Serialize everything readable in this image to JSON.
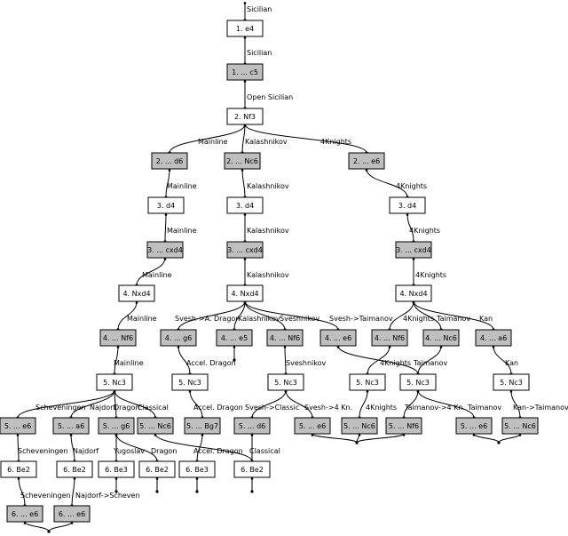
{
  "nodes": [
    {
      "id": "n1",
      "label": "1. e4",
      "shade": "white"
    },
    {
      "id": "n2",
      "label": "1. ... c5",
      "shade": "gray"
    },
    {
      "id": "n3",
      "label": "2. Nf3",
      "shade": "white"
    },
    {
      "id": "n4",
      "label": "2. ... d6",
      "shade": "gray"
    },
    {
      "id": "n5",
      "label": "2. ... Nc6",
      "shade": "gray"
    },
    {
      "id": "n6",
      "label": "2. ... e6",
      "shade": "gray"
    },
    {
      "id": "n7",
      "label": "3. d4",
      "shade": "white"
    },
    {
      "id": "n8",
      "label": "3. d4",
      "shade": "white"
    },
    {
      "id": "n9",
      "label": "3. d4",
      "shade": "white"
    },
    {
      "id": "n10",
      "label": "3. ... cxd4",
      "shade": "gray"
    },
    {
      "id": "n11",
      "label": "3. ... cxd4",
      "shade": "gray"
    },
    {
      "id": "n12",
      "label": "3. ... cxd4",
      "shade": "gray"
    },
    {
      "id": "n13",
      "label": "4. Nxd4",
      "shade": "white"
    },
    {
      "id": "n14",
      "label": "4. Nxd4",
      "shade": "white"
    },
    {
      "id": "n15",
      "label": "4. Nxd4",
      "shade": "white"
    },
    {
      "id": "n16",
      "label": "4. ... Nf6",
      "shade": "gray"
    },
    {
      "id": "n17",
      "label": "4. ... g6",
      "shade": "gray"
    },
    {
      "id": "n18",
      "label": "4. ... e5",
      "shade": "gray"
    },
    {
      "id": "n19",
      "label": "4. ... Nf6",
      "shade": "gray"
    },
    {
      "id": "n20",
      "label": "4. ... e6",
      "shade": "gray"
    },
    {
      "id": "n21",
      "label": "4. ... Nf6",
      "shade": "gray"
    },
    {
      "id": "n22",
      "label": "4. ... Nc6",
      "shade": "gray"
    },
    {
      "id": "n23",
      "label": "4. ... a6",
      "shade": "gray"
    },
    {
      "id": "n24",
      "label": "5. Nc3",
      "shade": "white"
    },
    {
      "id": "n25",
      "label": "5. Nc3",
      "shade": "white"
    },
    {
      "id": "n26",
      "label": "5. Nc3",
      "shade": "white"
    },
    {
      "id": "n27",
      "label": "5. Nc3",
      "shade": "white"
    },
    {
      "id": "n28",
      "label": "5. Nc3",
      "shade": "white"
    },
    {
      "id": "n29",
      "label": "5. Nc3",
      "shade": "white"
    },
    {
      "id": "n30",
      "label": "5. ... e6",
      "shade": "gray"
    },
    {
      "id": "n31",
      "label": "5. ... a6",
      "shade": "gray"
    },
    {
      "id": "n32",
      "label": "5. ... g6",
      "shade": "gray"
    },
    {
      "id": "n33",
      "label": "5. ... Nc6",
      "shade": "gray"
    },
    {
      "id": "n34",
      "label": "5. ... Bg7",
      "shade": "gray"
    },
    {
      "id": "n35",
      "label": "5. ... d6",
      "shade": "gray"
    },
    {
      "id": "n36",
      "label": "5. ... e6",
      "shade": "gray"
    },
    {
      "id": "n37",
      "label": "5. ... Nc6",
      "shade": "gray"
    },
    {
      "id": "n38",
      "label": "5. ... Nf6",
      "shade": "gray"
    },
    {
      "id": "n39",
      "label": "5. ... e6",
      "shade": "gray"
    },
    {
      "id": "n40",
      "label": "5. ... Nc6",
      "shade": "gray"
    },
    {
      "id": "n41",
      "label": "6. Be2",
      "shade": "white"
    },
    {
      "id": "n42",
      "label": "6. Be2",
      "shade": "white"
    },
    {
      "id": "n43",
      "label": "6. Be3",
      "shade": "white"
    },
    {
      "id": "n44",
      "label": "6. Be2",
      "shade": "white"
    },
    {
      "id": "n45",
      "label": "6. Be3",
      "shade": "white"
    },
    {
      "id": "n46",
      "label": "6. Be2",
      "shade": "white"
    },
    {
      "id": "n47",
      "label": "6. ... e6",
      "shade": "gray"
    },
    {
      "id": "n48",
      "label": "6. ... e6",
      "shade": "gray"
    }
  ],
  "edges": [
    {
      "from": "root",
      "to": "n1",
      "label": "Sicilian"
    },
    {
      "from": "n1",
      "to": "n2",
      "label": "Sicilian"
    },
    {
      "from": "n2",
      "to": "n3",
      "label": "Open Sicilian"
    },
    {
      "from": "n3",
      "to": "n4",
      "label": "Mainline"
    },
    {
      "from": "n3",
      "to": "n5",
      "label": "Kalashnikov"
    },
    {
      "from": "n3",
      "to": "n6",
      "label": "4Knights"
    },
    {
      "from": "n4",
      "to": "n7",
      "label": "Mainline"
    },
    {
      "from": "n5",
      "to": "n8",
      "label": "Kalashnikov"
    },
    {
      "from": "n6",
      "to": "n9",
      "label": "4Knights"
    },
    {
      "from": "n7",
      "to": "n10",
      "label": "Mainline"
    },
    {
      "from": "n8",
      "to": "n11",
      "label": "Kalashnikov"
    },
    {
      "from": "n9",
      "to": "n12",
      "label": "4Knights"
    },
    {
      "from": "n10",
      "to": "n13",
      "label": "Mainline"
    },
    {
      "from": "n11",
      "to": "n14",
      "label": "Kalashnikov"
    },
    {
      "from": "n12",
      "to": "n15",
      "label": "4Knights"
    },
    {
      "from": "n13",
      "to": "n16",
      "label": "Mainline"
    },
    {
      "from": "n14",
      "to": "n17",
      "label": "Svesh->A. Dragon"
    },
    {
      "from": "n14",
      "to": "n18",
      "label": "Kalashnikov"
    },
    {
      "from": "n14",
      "to": "n19",
      "label": "Sveshnikov"
    },
    {
      "from": "n14",
      "to": "n20",
      "label": "Svesh->Taimanov"
    },
    {
      "from": "n15",
      "to": "n21",
      "label": "4Knights"
    },
    {
      "from": "n15",
      "to": "n22",
      "label": "Taimanov"
    },
    {
      "from": "n15",
      "to": "n23",
      "label": "Kan"
    },
    {
      "from": "n16",
      "to": "n24",
      "label": "Mainline"
    },
    {
      "from": "n17",
      "to": "n25",
      "label": "Accel. Dragon"
    },
    {
      "from": "n18",
      "to": "end",
      "label": ""
    },
    {
      "from": "n19",
      "to": "n26",
      "label": "Sveshnikov"
    },
    {
      "from": "n20",
      "to": "n28",
      "label": ""
    },
    {
      "from": "n21",
      "to": "n27",
      "label": "4Knights"
    },
    {
      "from": "n22",
      "to": "n28",
      "label": "Taimanov"
    },
    {
      "from": "n23",
      "to": "n29",
      "label": "Kan"
    },
    {
      "from": "n24",
      "to": "n30",
      "label": "Scheveningen"
    },
    {
      "from": "n24",
      "to": "n31",
      "label": "Najdorf"
    },
    {
      "from": "n24",
      "to": "n32",
      "label": "Dragon"
    },
    {
      "from": "n24",
      "to": "n33",
      "label": "Classical"
    },
    {
      "from": "n25",
      "to": "n34",
      "label": "Accel. Dragon"
    },
    {
      "from": "n26",
      "to": "n35",
      "label": "Svesh->Classic"
    },
    {
      "from": "n26",
      "to": "n36",
      "label": "Svesh->4 Kn."
    },
    {
      "from": "n27",
      "to": "n37",
      "label": "4Knights"
    },
    {
      "from": "n28",
      "to": "n38",
      "label": "Taimanov->4 Kn."
    },
    {
      "from": "n28",
      "to": "n39",
      "label": "Taimanov"
    },
    {
      "from": "n29",
      "to": "n40",
      "label": "Kan->Taimanov"
    },
    {
      "from": "n30",
      "to": "n41",
      "label": "Scheveningen"
    },
    {
      "from": "n31",
      "to": "n42",
      "label": "Najdorf"
    },
    {
      "from": "n32",
      "to": "n43",
      "label": "Yugoslav"
    },
    {
      "from": "n32",
      "to": "n44",
      "label": "Dragon"
    },
    {
      "from": "n33",
      "to": "n46",
      "label": "Classical"
    },
    {
      "from": "n34",
      "to": "n45",
      "label": "Accel. Dragon"
    },
    {
      "from": "n35",
      "to": "n46",
      "label": ""
    },
    {
      "from": "n36",
      "to": "merge_right",
      "label": ""
    },
    {
      "from": "n37",
      "to": "merge_right",
      "label": ""
    },
    {
      "from": "n38",
      "to": "merge_right",
      "label": ""
    },
    {
      "from": "n39",
      "to": "merge_kan",
      "label": ""
    },
    {
      "from": "n40",
      "to": "merge_kan",
      "label": ""
    },
    {
      "from": "n41",
      "to": "n47",
      "label": "Scheveningen"
    },
    {
      "from": "n42",
      "to": "n48",
      "label": "Najdorf->Scheven"
    },
    {
      "from": "n43",
      "to": "end",
      "label": ""
    },
    {
      "from": "n44",
      "to": "end",
      "label": ""
    },
    {
      "from": "n45",
      "to": "end",
      "label": ""
    },
    {
      "from": "n46",
      "to": "end",
      "label": ""
    },
    {
      "from": "n47",
      "to": "merge_left",
      "label": ""
    },
    {
      "from": "n48",
      "to": "merge_left",
      "label": ""
    }
  ]
}
